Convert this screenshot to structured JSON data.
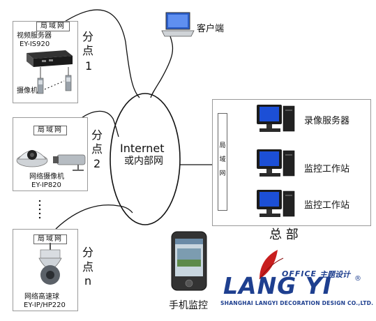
{
  "branch1": {
    "lan": "局域网",
    "device_name": "视频服务器",
    "model": "EY-IS920",
    "camera_label": "摄像机",
    "branch_label_1": "分",
    "branch_label_2": "点",
    "branch_label_3": "1"
  },
  "branch2": {
    "lan": "局域网",
    "device_name": "网络摄像机",
    "model": "EY-IP820",
    "branch_label_1": "分",
    "branch_label_2": "点",
    "branch_label_3": "2"
  },
  "branch_n": {
    "lan": "局域网",
    "device_name": "网络高速球",
    "model": "EY-IP/HP220",
    "branch_label_1": "分",
    "branch_label_2": "点",
    "branch_label_3": "n"
  },
  "cloud": {
    "line1": "Internet",
    "line2": "或内部网"
  },
  "client": {
    "label": "客户端"
  },
  "hq": {
    "lan_chars": [
      "局",
      "域",
      "网"
    ],
    "recording_server": "录像服务器",
    "workstation_1": "监控工作站",
    "workstation_2": "监控工作站",
    "title": "总 部"
  },
  "mobile": {
    "label": "手机监控"
  },
  "logo": {
    "office": "OFFICE",
    "tagline": "主题设计",
    "brand": "LANG YI",
    "registered": "®",
    "company": "SHANGHAI LANGYI DECORATION DESIGN CO.,LTD."
  },
  "colors": {
    "logo_blue": "#1e3f8f",
    "logo_red": "#c81e1e",
    "monitor_blue": "#1c4fd6"
  }
}
